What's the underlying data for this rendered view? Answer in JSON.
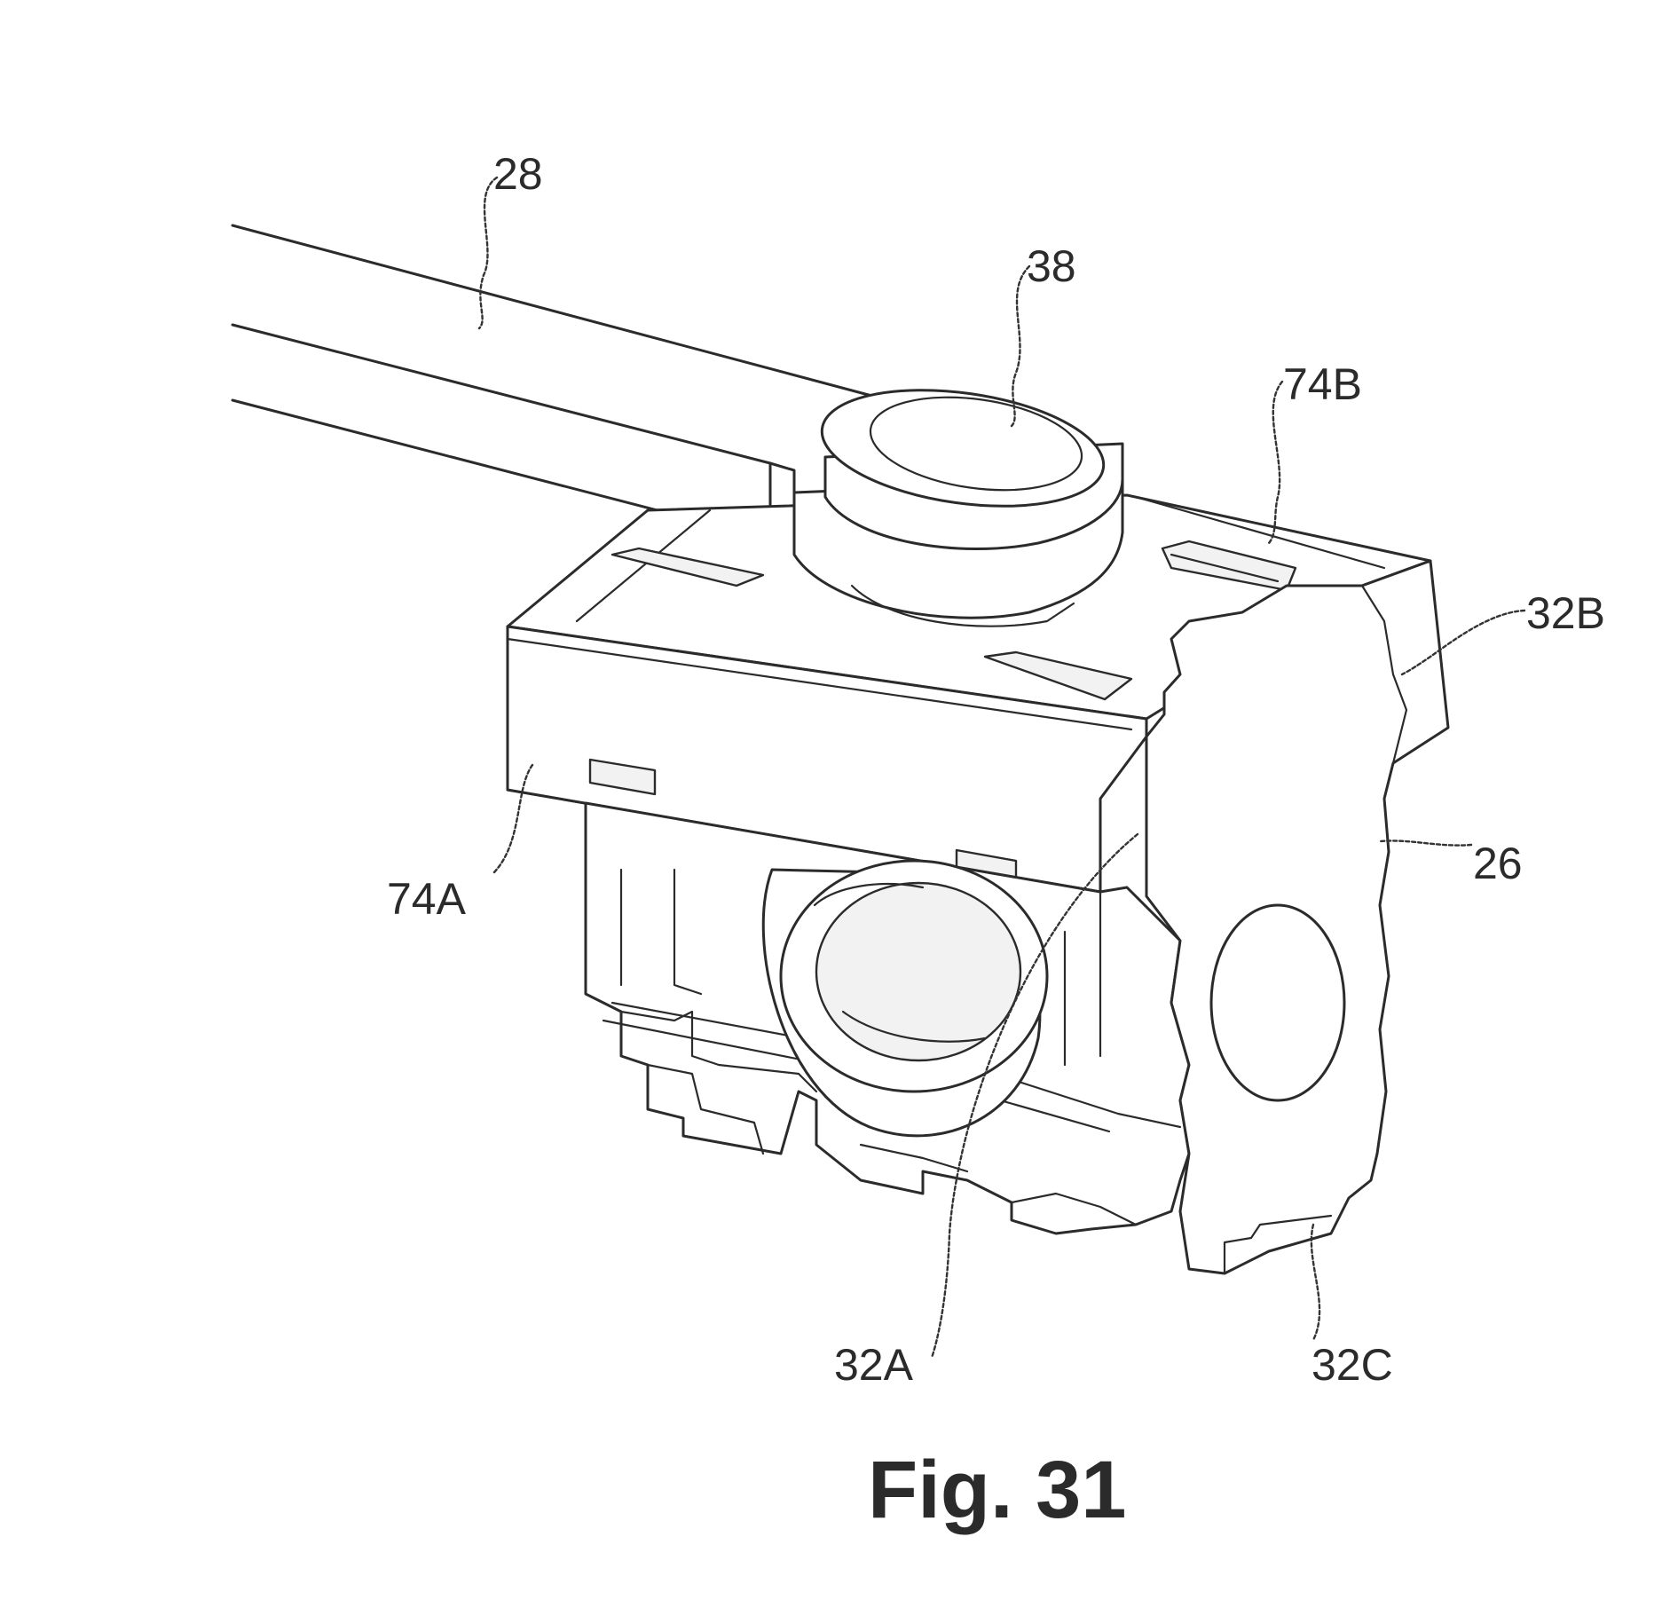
{
  "figure": {
    "caption": "Fig. 31",
    "labels": {
      "shaft": "28",
      "knob": "38",
      "upper_right_tab": "74B",
      "right_upper_face": "32B",
      "left_lower_tab": "74A",
      "housing": "26",
      "inner_face": "32A",
      "right_lower_face": "32C"
    }
  }
}
